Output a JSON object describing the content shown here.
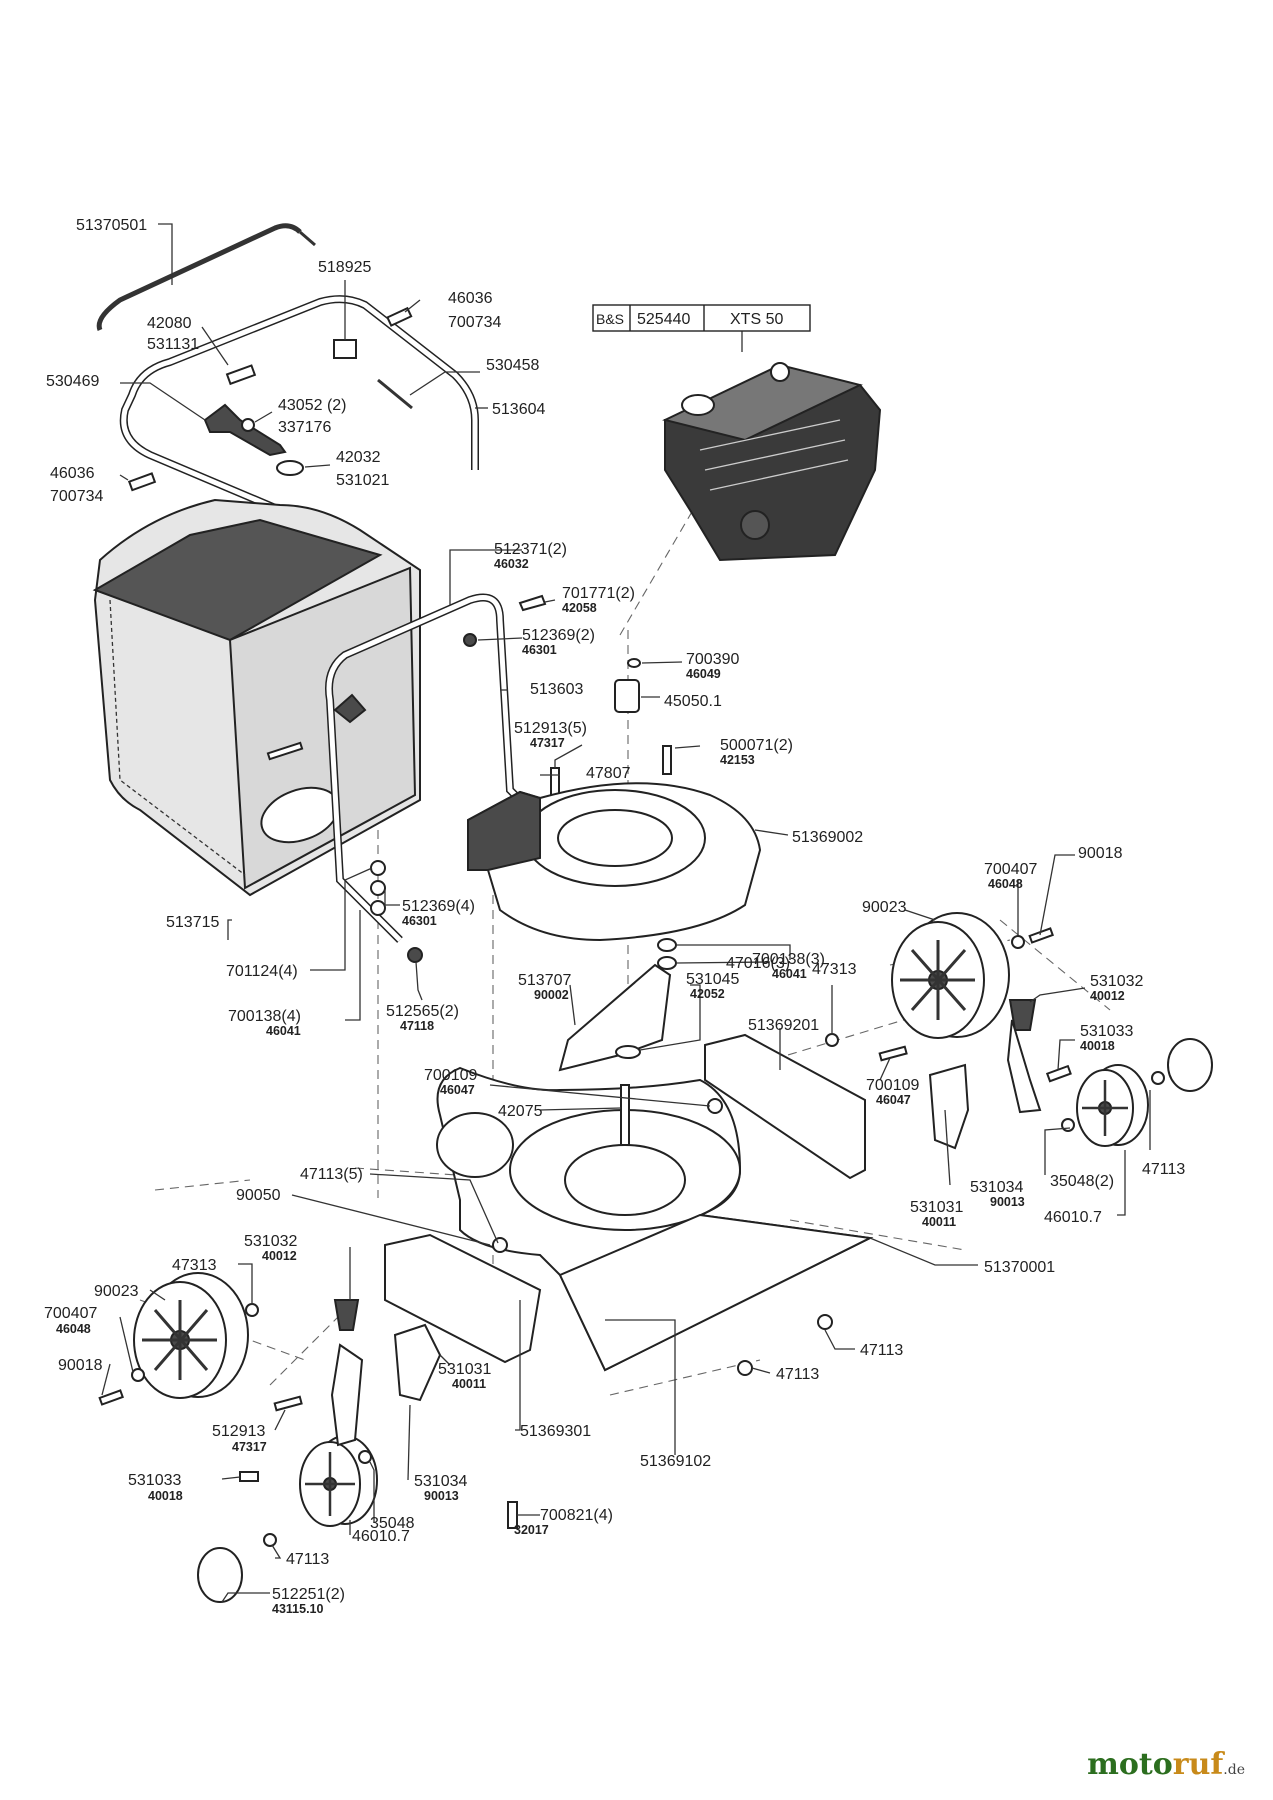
{
  "engine_table": {
    "make": "B&S",
    "code": "525440",
    "model": "XTS  50"
  },
  "labels": {
    "l51370501": "51370501",
    "l518925": "518925",
    "l46036a": "46036",
    "l700734a": "700734",
    "l42080": "42080",
    "l531131": "531131",
    "l530458": "530458",
    "l530469": "530469",
    "l43052": "43052 (2)",
    "l337176": "337176",
    "l513604": "513604",
    "l42032": "42032",
    "l531021": "531021",
    "l46036b": "46036",
    "l700734b": "700734",
    "l512371": "512371(2)",
    "l46032": "46032",
    "l701771": "701771(2)",
    "l42058": "42058",
    "l512369a": "512369(2)",
    "l46301a": "46301",
    "l700390": "700390",
    "l46049": "46049",
    "l513603": "513603",
    "l45050": "45050.1",
    "l512913a": "512913(5)",
    "l47317a": "47317",
    "l500071": "500071(2)",
    "l42153": "42153",
    "l47807": "47807",
    "l51369002": "51369002",
    "l700407a": "700407",
    "l46048a": "46048",
    "l90018a": "90018",
    "l700138a": "700138(3)",
    "l46041a": "46041",
    "l90023a": "90023",
    "l512369b": "512369(4)",
    "l46301b": "46301",
    "l513715": "513715",
    "l701124": "701124(4)",
    "l47016": "47016(3)",
    "l47313a": "47313",
    "l531032a": "531032",
    "l40012a": "40012",
    "l513707": "513707",
    "l90002": "90002",
    "l531045": "531045",
    "l42052": "42052",
    "l700138b": "700138(4)",
    "l46041b": "46041",
    "l512565": "512565(2)",
    "l47118": "47118",
    "l51369201": "51369201",
    "l531033a": "531033",
    "l40018a": "40018",
    "l700109a": "700109",
    "l46047a": "46047",
    "l700109b": "700109",
    "l46047b": "46047",
    "l42075": "42075",
    "l47113a": "47113(5)",
    "l90050": "90050",
    "l531034a": "531034",
    "l90013a": "90013",
    "l35048a": "35048(2)",
    "l47113b": "47113",
    "l531031a": "531031",
    "l40011a": "40011",
    "l46010a": "46010.7",
    "l531032b": "531032",
    "l40012b": "40012",
    "l51370001": "51370001",
    "l47313b": "47313",
    "l90023b": "90023",
    "l700407b": "700407",
    "l46048b": "46048",
    "l47113c": "47113",
    "l90018b": "90018",
    "l531031b": "531031",
    "l40011b": "40011",
    "l47113d": "47113",
    "l512913b": "512913",
    "l47317b": "47317",
    "l51369301": "51369301",
    "l531034b": "531034",
    "l90013b": "90013",
    "l531033b": "531033",
    "l40018b": "40018",
    "l51369102": "51369102",
    "l35048b": "35048",
    "l46010b": "46010.7",
    "l700821": "700821(4)",
    "l32017": "32017",
    "l47113e": "47113",
    "l512251": "512251(2)",
    "l43115": "43115.10"
  },
  "brand": {
    "name_part1": "moto",
    "name_part2": "ruf",
    "tld": ".de"
  }
}
